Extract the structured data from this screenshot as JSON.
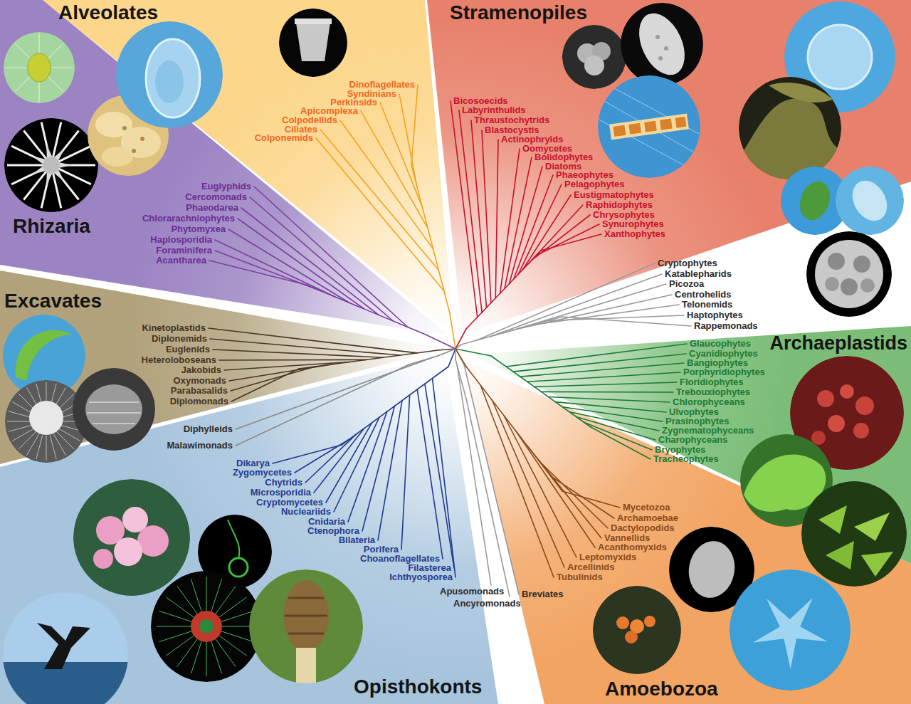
{
  "diagram": {
    "nodes": [
      {
        "text": [
          "Alveolates"
        ]
      },
      {
        "text": [
          "Stramenopiles"
        ]
      },
      {
        "text": [
          "Rhizaria"
        ]
      },
      {
        "text": [
          "Excavates"
        ]
      },
      {
        "text": [
          "Archaeplastids"
        ]
      },
      {
        "text": [
          "Opisthokonts"
        ]
      },
      {
        "text": [
          "Amoebozoa"
        ]
      }
    ],
    "labels": [
      "Dinoflagellates",
      "Syndinians",
      "Perkinsids",
      "Apicomplexa",
      "Colpodellids",
      "Ciliates",
      "Colponemids",
      "Bicosoecids",
      "Labyrinthulids",
      "Thraustochytrids",
      "Blastocystis",
      "Actinophryids",
      "Oomycetes",
      "Bolidophytes",
      "Diatoms",
      "Phaeophytes",
      "Pelagophytes",
      "Eustigmatophytes",
      "Raphidophytes",
      "Chrysophytes",
      "Synurophytes",
      "Xanthophytes",
      "Euglyphids",
      "Cercomonads",
      "Phaeodarea",
      "Chlorarachniophytes",
      "Phytomyxea",
      "Haplosporidia",
      "Foraminifera",
      "Acantharea",
      "Kinetoplastids",
      "Diplonemids",
      "Euglenids",
      "Heteroloboseans",
      "Jakobids",
      "Oxymonads",
      "Parabasalids",
      "Diplomonads",
      "Diphylleids",
      "Malawimonads",
      "Cryptophytes",
      "Katablepharids",
      "Picozoa",
      "Centrohelids",
      "Telonemids",
      "Haptophytes",
      "Rappemonads",
      "Glaucophytes",
      "Cyanidiophytes",
      "Bangiophytes",
      "Porphyridiophytes",
      "Floridiophytes",
      "Trebouxiophytes",
      "Chlorophyceans",
      "Ulvophytes",
      "Prasinophytes",
      "Zygnematophyceans",
      "Charophyceans",
      "Bryophytes",
      "Tracheophytes",
      "Dikarya",
      "Zygomycetes",
      "Chytrids",
      "Microsporidia",
      "Cryptomycetes",
      "Nucleariids",
      "Cnidaria",
      "Ctenophora",
      "Bilateria",
      "Porifera",
      "Choanoflagellates",
      "Filasterea",
      "Ichthyosporea",
      "Apusomonads",
      "Ancyromonads",
      "Breviates",
      "Mycetozoa",
      "Archamoebae",
      "Dactylopodids",
      "Vannellids",
      "Acanthomyxids",
      "Leptomyxids",
      "Arcellinids",
      "Tubulinids"
    ]
  }
}
